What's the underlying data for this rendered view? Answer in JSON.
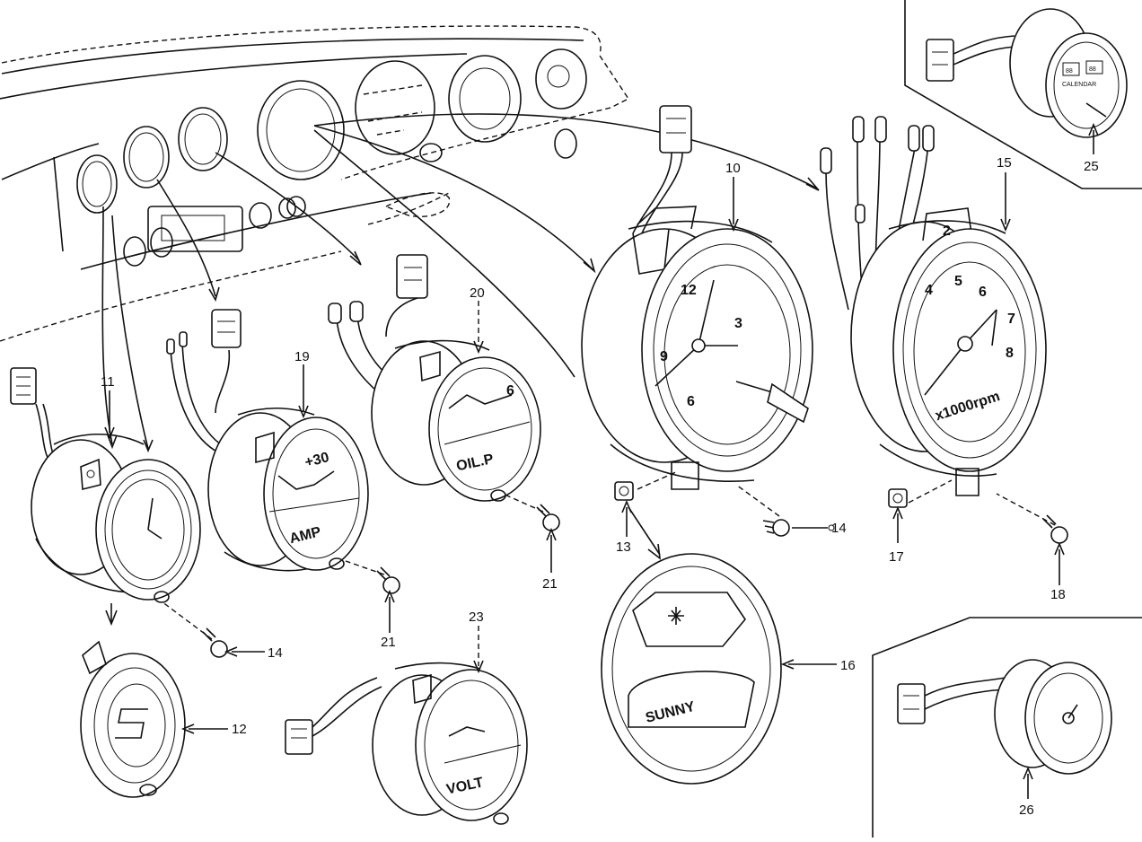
{
  "callouts": {
    "c10": "10",
    "c11": "11",
    "c12": "12",
    "c13": "13",
    "c14a": "14",
    "c14b": "14",
    "c15": "15",
    "c16": "16",
    "c17": "17",
    "c18": "18",
    "c19": "19",
    "c20": "20",
    "c21a": "21",
    "c21b": "21",
    "c23": "23",
    "c25": "25",
    "c26": "26"
  },
  "gauge_faces": {
    "amp_label": "AMP",
    "amp_scale": "+30",
    "oil_label": "OIL.P",
    "oil_scale": "6",
    "volt_label": "VOLT",
    "tach_unit": "x1000rpm",
    "sunny_badge": "SUNNY",
    "calendar_label": "CALENDAR",
    "calendar_boxes": [
      "88",
      "88"
    ],
    "clock_numbers": [
      "12",
      "3",
      "6",
      "9"
    ],
    "tach_numbers": [
      "2",
      "4",
      "5",
      "6",
      "7",
      "8"
    ]
  },
  "colors": {
    "ink": "#111111",
    "paper": "#ffffff"
  }
}
